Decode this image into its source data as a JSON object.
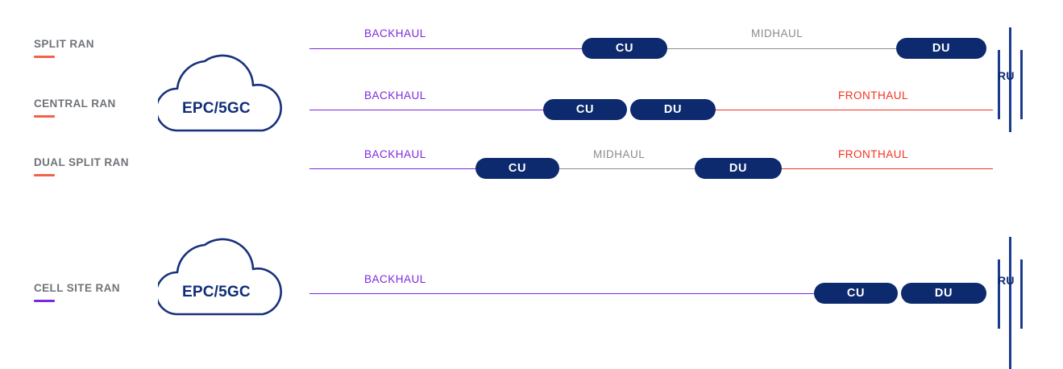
{
  "colors": {
    "backhaul": "#7B28E0",
    "midhaul": "#8b8b8b",
    "fronthaul": "#F5301E",
    "node_fill": "#0d2a6e",
    "node_text": "#ffffff",
    "label_text": "#6f7378",
    "accent_orange": "#F4614B",
    "accent_purple": "#7B28E0",
    "cloud_stroke": "#17307d",
    "antenna": "#1b3b8f"
  },
  "rows": [
    {
      "id": "split-ran",
      "label": "SPLIT RAN",
      "underline_color": "#F4614B",
      "has_cloud": false,
      "links": [
        {
          "name": "backhaul",
          "label": "BACKHAUL",
          "color": "#7B28E0"
        },
        {
          "name": "midhaul",
          "label": "MIDHAUL",
          "color": "#8b8b8b"
        }
      ],
      "nodes": [
        {
          "name": "cu",
          "label": "CU"
        },
        {
          "name": "du",
          "label": "DU"
        }
      ],
      "antenna_label": "RU"
    },
    {
      "id": "central-ran",
      "label": "CENTRAL RAN",
      "underline_color": "#F4614B",
      "has_cloud": true,
      "cloud_label": "EPC/5GC",
      "links": [
        {
          "name": "backhaul",
          "label": "BACKHAUL",
          "color": "#7B28E0"
        },
        {
          "name": "fronthaul",
          "label": "FRONTHAUL",
          "color": "#F5301E"
        }
      ],
      "nodes": [
        {
          "name": "cu",
          "label": "CU"
        },
        {
          "name": "du",
          "label": "DU"
        }
      ],
      "antenna_label": "RU"
    },
    {
      "id": "dual-split-ran",
      "label": "DUAL SPLIT RAN",
      "underline_color": "#F4614B",
      "has_cloud": false,
      "links": [
        {
          "name": "backhaul",
          "label": "BACKHAUL",
          "color": "#7B28E0"
        },
        {
          "name": "midhaul",
          "label": "MIDHAUL",
          "color": "#8b8b8b"
        },
        {
          "name": "fronthaul",
          "label": "FRONTHAUL",
          "color": "#F5301E"
        }
      ],
      "nodes": [
        {
          "name": "cu",
          "label": "CU"
        },
        {
          "name": "du",
          "label": "DU"
        }
      ],
      "antenna_label": "RU"
    },
    {
      "id": "cell-site-ran",
      "label": "CELL SITE RAN",
      "underline_color": "#7B28E0",
      "has_cloud": true,
      "cloud_label": "EPC/5GC",
      "links": [
        {
          "name": "backhaul",
          "label": "BACKHAUL",
          "color": "#7B28E0"
        }
      ],
      "nodes": [
        {
          "name": "cu",
          "label": "CU"
        },
        {
          "name": "du",
          "label": "DU"
        }
      ],
      "antenna_label": "RU"
    }
  ]
}
